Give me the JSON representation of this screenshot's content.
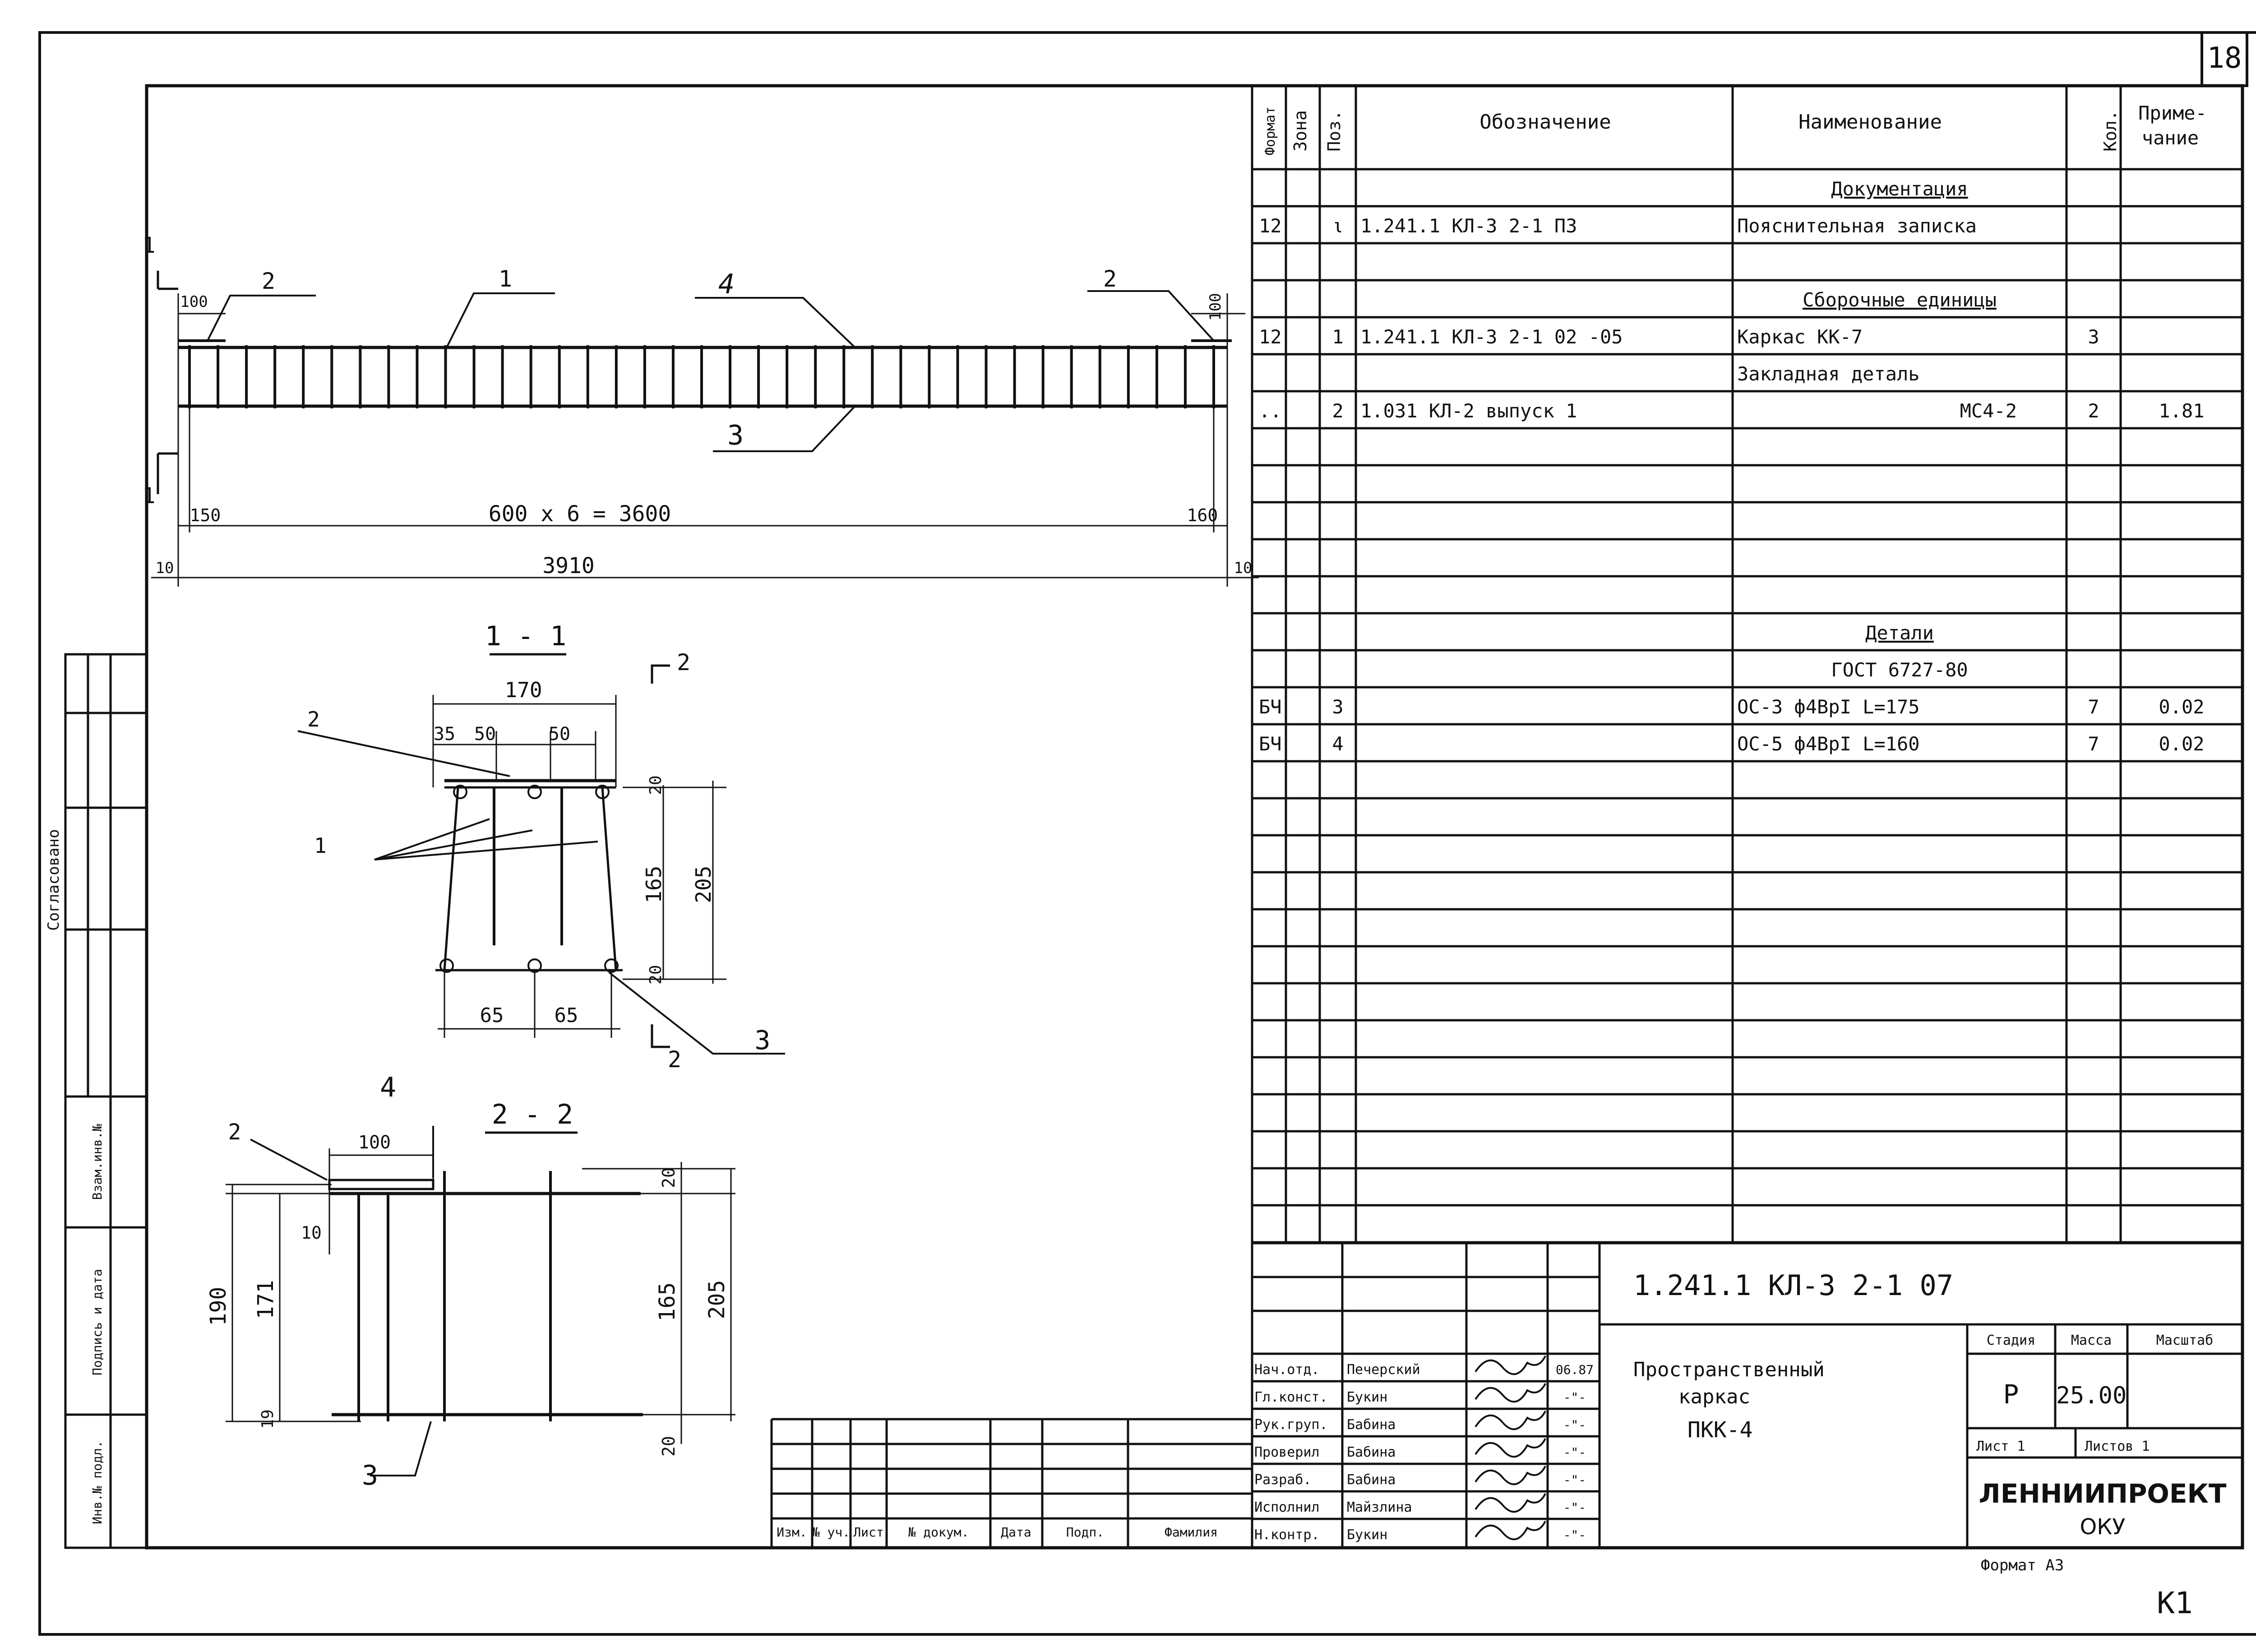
{
  "sheet_number": "18",
  "corner_mark": "K1",
  "format_label": "Формат А3",
  "spec": {
    "headers": {
      "format": "Формат",
      "zone": "Зона",
      "pos": "Поз.",
      "designation": "Обозначение",
      "name": "Наименование",
      "qty": "Кол.",
      "note": "Приме-чание",
      "note_l1": "Приме-",
      "note_l2": "чание"
    },
    "rows": [
      {
        "format": "",
        "pos": "",
        "designation": "",
        "name": "Документация",
        "qty": "",
        "note": "",
        "heading": true
      },
      {
        "format": "12",
        "pos": "ι",
        "designation": "1.241.1 КЛ-3  2-1    ПЗ",
        "name": "Пояснительная записка",
        "qty": "",
        "note": ""
      },
      {
        "format": "",
        "pos": "",
        "designation": "",
        "name": "",
        "qty": "",
        "note": ""
      },
      {
        "format": "",
        "pos": "",
        "designation": "",
        "name": "Сборочные единицы",
        "qty": "",
        "note": "",
        "heading": true
      },
      {
        "format": "12",
        "pos": "1",
        "designation": "1.241.1 КЛ-3  2-1  02  -05",
        "name": "Каркас       КК-7",
        "qty": "3",
        "note": ""
      },
      {
        "format": "",
        "pos": "",
        "designation": "",
        "name": "Закладная деталь",
        "qty": "",
        "note": ""
      },
      {
        "format": "..",
        "pos": "2",
        "designation": "1.031 КЛ-2   выпуск 1",
        "name": "МС4-2",
        "qty": "2",
        "note": "1.81"
      },
      {
        "format": "",
        "pos": "",
        "designation": "",
        "name": "",
        "qty": "",
        "note": ""
      },
      {
        "format": "",
        "pos": "",
        "designation": "",
        "name": "",
        "qty": "",
        "note": ""
      },
      {
        "format": "",
        "pos": "",
        "designation": "",
        "name": "",
        "qty": "",
        "note": ""
      },
      {
        "format": "",
        "pos": "",
        "designation": "",
        "name": "",
        "qty": "",
        "note": ""
      },
      {
        "format": "",
        "pos": "",
        "designation": "",
        "name": "",
        "qty": "",
        "note": ""
      },
      {
        "format": "",
        "pos": "",
        "designation": "",
        "name": "Детали",
        "qty": "",
        "note": "",
        "heading": true
      },
      {
        "format": "",
        "pos": "",
        "designation": "",
        "name": "ГОСТ 6727-80",
        "qty": "",
        "note": ""
      },
      {
        "format": "БЧ",
        "pos": "3",
        "designation": "",
        "name": "ОС-3   ф4ВрI  L=175",
        "qty": "7",
        "note": "0.02"
      },
      {
        "format": "БЧ",
        "pos": "4",
        "designation": "",
        "name": "ОС-5  ф4ВрI L=160",
        "qty": "7",
        "note": "0.02"
      },
      {
        "format": "",
        "pos": "",
        "designation": "",
        "name": "",
        "qty": "",
        "note": ""
      },
      {
        "format": "",
        "pos": "",
        "designation": "",
        "name": "",
        "qty": "",
        "note": ""
      },
      {
        "format": "",
        "pos": "",
        "designation": "",
        "name": "",
        "qty": "",
        "note": ""
      },
      {
        "format": "",
        "pos": "",
        "designation": "",
        "name": "",
        "qty": "",
        "note": ""
      },
      {
        "format": "",
        "pos": "",
        "designation": "",
        "name": "",
        "qty": "",
        "note": ""
      },
      {
        "format": "",
        "pos": "",
        "designation": "",
        "name": "",
        "qty": "",
        "note": ""
      },
      {
        "format": "",
        "pos": "",
        "designation": "",
        "name": "",
        "qty": "",
        "note": ""
      },
      {
        "format": "",
        "pos": "",
        "designation": "",
        "name": "",
        "qty": "",
        "note": ""
      },
      {
        "format": "",
        "pos": "",
        "designation": "",
        "name": "",
        "qty": "",
        "note": ""
      },
      {
        "format": "",
        "pos": "",
        "designation": "",
        "name": "",
        "qty": "",
        "note": ""
      },
      {
        "format": "",
        "pos": "",
        "designation": "",
        "name": "",
        "qty": "",
        "note": ""
      },
      {
        "format": "",
        "pos": "",
        "designation": "",
        "name": "",
        "qty": "",
        "note": ""
      },
      {
        "format": "",
        "pos": "",
        "designation": "",
        "name": "",
        "qty": "",
        "note": ""
      }
    ]
  },
  "title_block": {
    "designation": "1.241.1  КЛ-3   2-1     07",
    "title_l1": "Пространственный",
    "title_l2": "каркас",
    "title_l3": "ПКК-4",
    "stage_label": "Стадия",
    "mass_label": "Масса",
    "scale_label": "Масштаб",
    "stage": "Р",
    "mass": "25.00",
    "sheet_label": "Лист 1",
    "sheets_label": "Листов 1",
    "org_l1": "ЛЕННИИПРОЕКТ",
    "org_l2": "ОКУ",
    "signatures": [
      {
        "role": "Нач.отд.",
        "name": "Печерский",
        "date": "06.87"
      },
      {
        "role": "Гл.конст.",
        "name": "Букин",
        "date": "-\"-"
      },
      {
        "role": "Рук.груп.",
        "name": "Бабина",
        "date": "-\"-"
      },
      {
        "role": "Проверил",
        "name": "Бабина",
        "date": "-\"-"
      },
      {
        "role": "Разраб.",
        "name": "Бабина",
        "date": "-\"-"
      },
      {
        "role": "Исполнил",
        "name": "Майзлина",
        "date": "-\"-"
      },
      {
        "role": "Н.контр.",
        "name": "Букин",
        "date": "-\"-"
      }
    ],
    "rev_headers": [
      "Изм.",
      "№ уч.",
      "Лист",
      "№ докум.",
      "Дата",
      "Подп.",
      "Фамилия"
    ]
  },
  "side_stamp": {
    "agreed": "Согласовано",
    "inv_podl": "Инв.№ подл.",
    "sign_date": "Подпись и дата",
    "vzam_inv": "Взам.инв.№"
  },
  "elevation": {
    "leaders": [
      "2",
      "1",
      "4",
      "2",
      "3"
    ],
    "dims": [
      "100",
      "100",
      "150",
      "600 x 6 = 3600",
      "160",
      "10",
      "3910",
      "10"
    ],
    "section_mark": "1"
  },
  "section_1_1": {
    "title": "1 - 1",
    "leaders": [
      "2",
      "1",
      "3"
    ],
    "dims": [
      "170",
      "35",
      "50",
      "50",
      "20",
      "165",
      "205",
      "20",
      "65",
      "65"
    ],
    "section_mark": "2"
  },
  "section_2_2": {
    "title": "2 - 2",
    "leaders": [
      "4",
      "2",
      "3"
    ],
    "dims": [
      "100",
      "10",
      "190",
      "171",
      "19",
      "20",
      "165",
      "205",
      "20"
    ]
  }
}
